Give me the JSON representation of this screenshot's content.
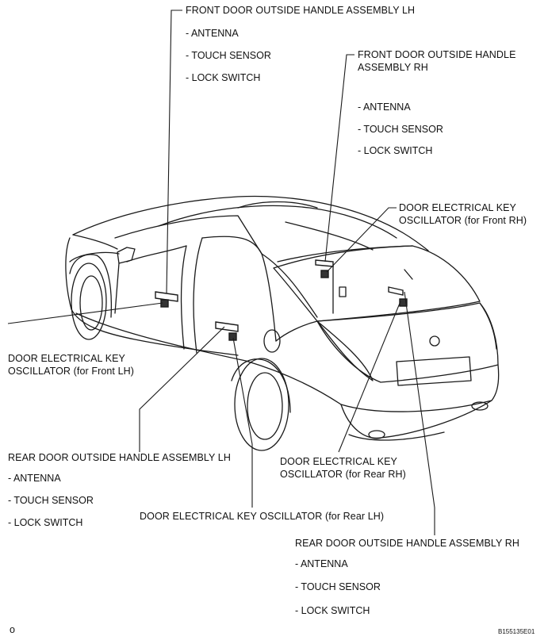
{
  "labels": {
    "front_lh": {
      "title": "FRONT DOOR OUTSIDE HANDLE ASSEMBLY LH",
      "items": [
        "- ANTENNA",
        "- TOUCH SENSOR",
        "- LOCK SWITCH"
      ]
    },
    "front_rh": {
      "title_line1": "FRONT DOOR OUTSIDE HANDLE",
      "title_line2": "ASSEMBLY RH",
      "items": [
        "- ANTENNA",
        "- TOUCH SENSOR",
        "- LOCK SWITCH"
      ]
    },
    "osc_front_rh": {
      "line1": "DOOR ELECTRICAL KEY",
      "line2": "OSCILLATOR (for Front RH)"
    },
    "osc_front_lh": {
      "line1": "DOOR ELECTRICAL KEY",
      "line2": "OSCILLATOR (for Front LH)"
    },
    "rear_lh": {
      "title": "REAR DOOR OUTSIDE HANDLE ASSEMBLY LH",
      "items": [
        "- ANTENNA",
        "- TOUCH SENSOR",
        "- LOCK SWITCH"
      ]
    },
    "osc_rear_rh": {
      "line1": "DOOR ELECTRICAL KEY",
      "line2": "OSCILLATOR (for Rear RH)"
    },
    "osc_rear_lh": {
      "line1": "DOOR ELECTRICAL KEY OSCILLATOR (for Rear LH)"
    },
    "rear_rh": {
      "title": "REAR DOOR OUTSIDE HANDLE ASSEMBLY RH",
      "items": [
        "- ANTENNA",
        "- TOUCH SENSOR",
        "- LOCK SWITCH"
      ]
    }
  },
  "corner_mark": "o",
  "figure_code": "B155135E01"
}
